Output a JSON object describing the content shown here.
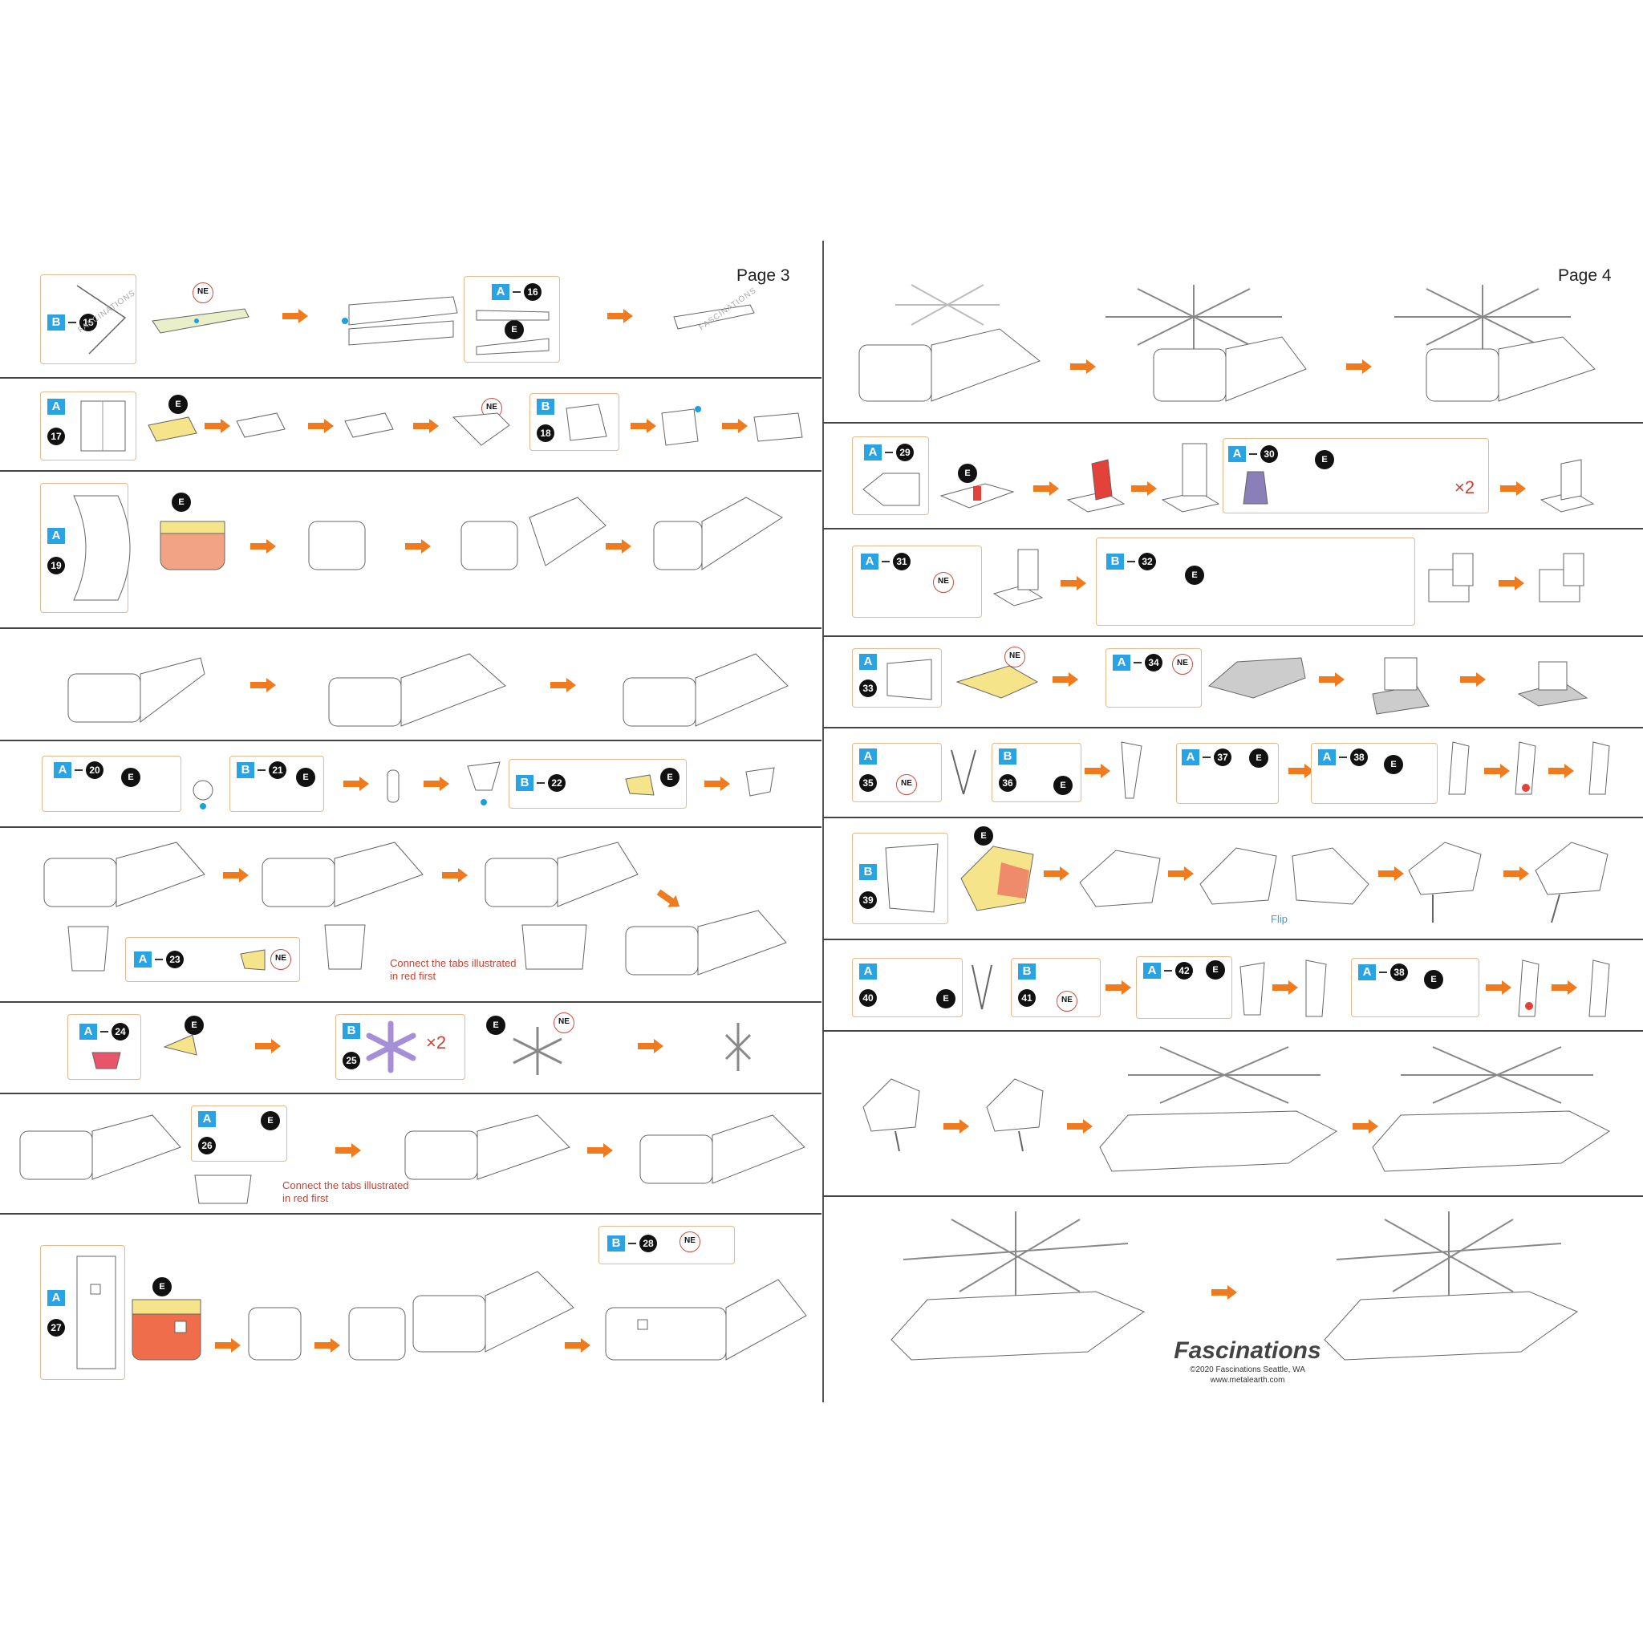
{
  "colors": {
    "accent": "#f07a1e",
    "tag_blue": "#29a3e1",
    "frame": "#e8b98a",
    "red": "#d0402e",
    "dot": "#1aa0dc",
    "triangle": "#1aa34a"
  },
  "page3": {
    "page_label": "Page 3",
    "steps": {
      "s15": {
        "sheet": "B",
        "num": "15"
      },
      "s16": {
        "sheet": "A",
        "num": "16"
      },
      "s17": {
        "sheet": "A",
        "num": "17"
      },
      "s18": {
        "sheet": "B",
        "num": "18"
      },
      "s19": {
        "sheet": "A",
        "num": "19"
      },
      "s20": {
        "sheet": "A",
        "num": "20"
      },
      "s21": {
        "sheet": "B",
        "num": "21"
      },
      "s22": {
        "sheet": "B",
        "num": "22"
      },
      "s23": {
        "sheet": "A",
        "num": "23"
      },
      "s24": {
        "sheet": "A",
        "num": "24"
      },
      "s25": {
        "sheet": "B",
        "num": "25"
      },
      "s26": {
        "sheet": "A",
        "num": "26"
      },
      "s27": {
        "sheet": "A",
        "num": "27"
      },
      "s28": {
        "sheet": "B",
        "num": "28"
      }
    },
    "tools": {
      "e": "E",
      "ne": "NE"
    },
    "note_tabs": "Connect the tabs illustrated in red first",
    "times_two": "×2",
    "watermark": "FASCINATIONS"
  },
  "page4": {
    "page_label": "Page 4",
    "steps": {
      "s29": {
        "sheet": "A",
        "num": "29"
      },
      "s30": {
        "sheet": "A",
        "num": "30"
      },
      "s31": {
        "sheet": "A",
        "num": "31"
      },
      "s32": {
        "sheet": "B",
        "num": "32"
      },
      "s33": {
        "sheet": "A",
        "num": "33"
      },
      "s34": {
        "sheet": "A",
        "num": "34"
      },
      "s35": {
        "sheet": "A",
        "num": "35"
      },
      "s36": {
        "sheet": "B",
        "num": "36"
      },
      "s37": {
        "sheet": "A",
        "num": "37"
      },
      "s38": {
        "sheet": "A",
        "num": "38"
      },
      "s39": {
        "sheet": "B",
        "num": "39"
      },
      "s40": {
        "sheet": "A",
        "num": "40"
      },
      "s41": {
        "sheet": "B",
        "num": "41"
      },
      "s42": {
        "sheet": "A",
        "num": "42"
      },
      "s38b": {
        "sheet": "A",
        "num": "38"
      }
    },
    "times_two": "×2",
    "flip": "Flip",
    "brand": {
      "logo": "Fascinations",
      "copyright": "©2020 Fascinations Seattle, WA",
      "url": "www.metalearth.com"
    }
  }
}
